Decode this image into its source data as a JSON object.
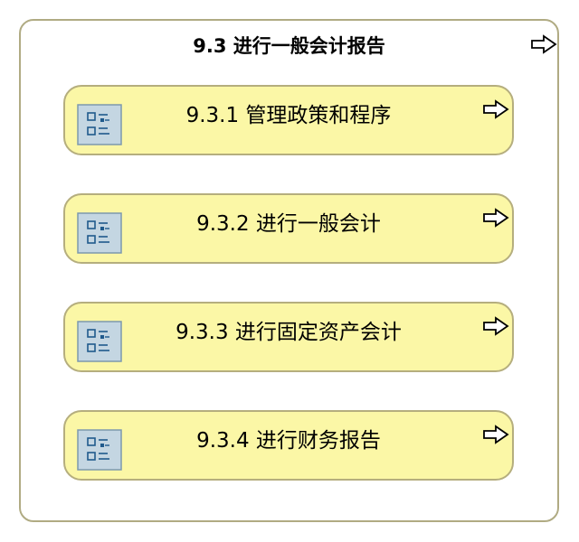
{
  "diagram": {
    "title": "9.3 进行一般会计报告",
    "items": [
      {
        "label": "9.3.1 管理政策和程序"
      },
      {
        "label": "9.3.2 进行一般会计"
      },
      {
        "label": "9.3.3 进行固定资产会计"
      },
      {
        "label": "9.3.4 进行财务报告"
      }
    ]
  },
  "icons": {
    "process": "process-list-icon",
    "navigate": "arrow-right-icon"
  },
  "colors": {
    "container_border": "#b0ab83",
    "item_fill": "#fbf7a6",
    "item_border": "#b5ae7e",
    "icon_fill": "#c4d6e2",
    "icon_stroke": "#1f5a8c"
  }
}
